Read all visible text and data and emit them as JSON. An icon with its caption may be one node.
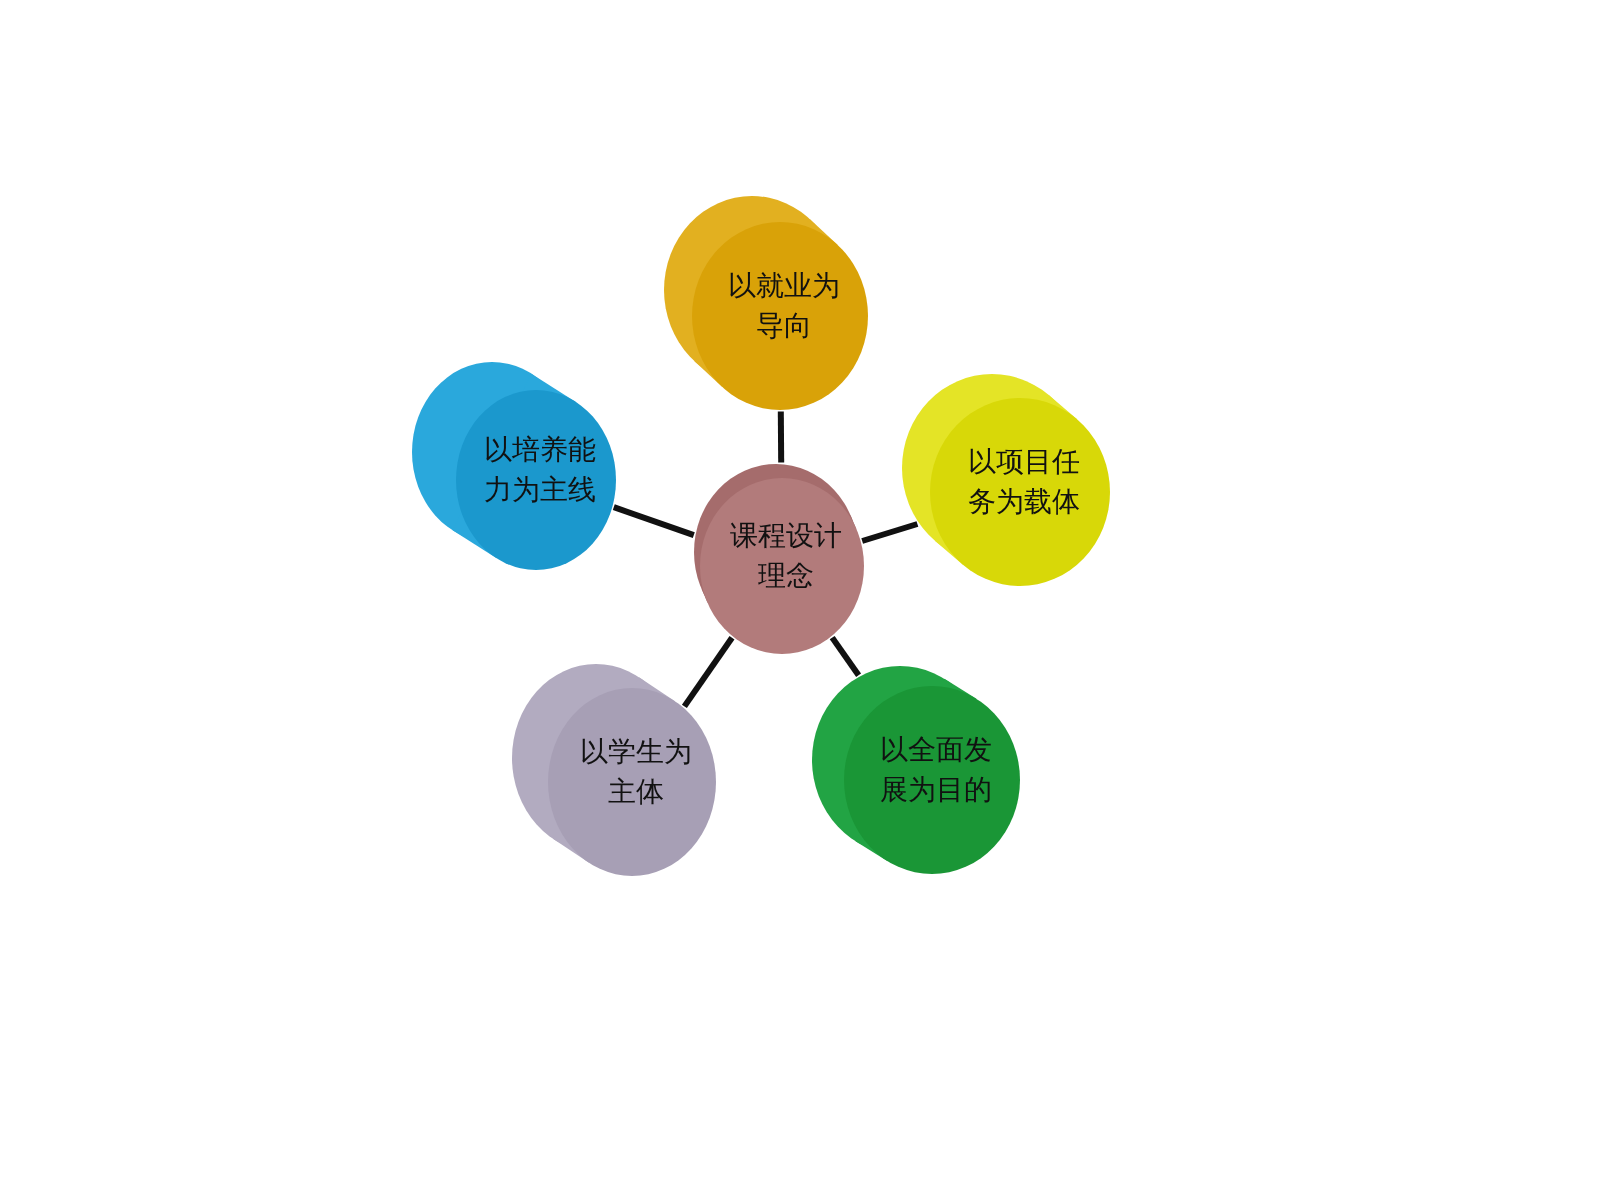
{
  "diagram": {
    "nodes": [
      {
        "text": [
          "课程设计理念"
        ]
      },
      {
        "text": [
          "以就业为导向"
        ]
      },
      {
        "text": [
          "以项目任务为载体"
        ]
      },
      {
        "text": [
          "以全面发展为目的"
        ]
      },
      {
        "text": [
          "以学生为主体"
        ]
      },
      {
        "text": [
          "以培养能力为主线"
        ]
      }
    ],
    "edges": [
      {
        "from": 0,
        "to": 1,
        "arrow": "none"
      },
      {
        "from": 0,
        "to": 2,
        "arrow": "none"
      },
      {
        "from": 0,
        "to": 3,
        "arrow": "none"
      },
      {
        "from": 0,
        "to": 4,
        "arrow": "none"
      },
      {
        "from": 0,
        "to": 5,
        "arrow": "none"
      }
    ]
  }
}
